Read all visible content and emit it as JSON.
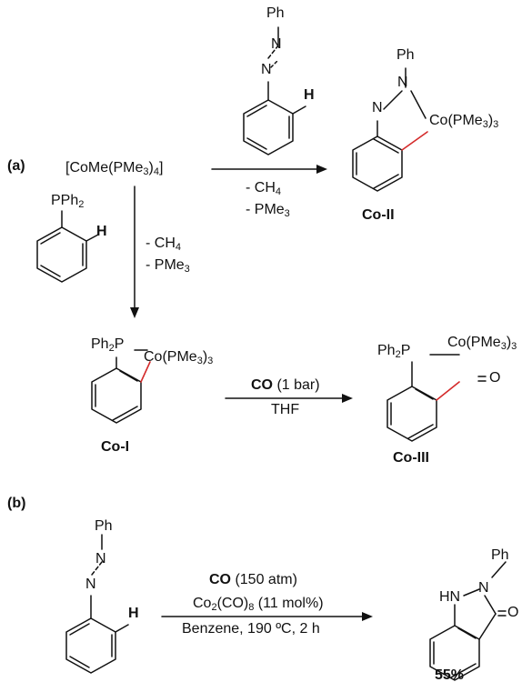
{
  "panel_a_label": "(a)",
  "panel_b_label": "(b)",
  "azo": {
    "ph": "Ph",
    "n": "N",
    "h": "H"
  },
  "co_start_complex": {
    "text": "[CoMe(PMe",
    "sub": "3",
    "tail": ")",
    "sub2": "4",
    "tail2": "]"
  },
  "phosphine": {
    "pph": "PPh",
    "sub": "2",
    "h": "H"
  },
  "arrow_right_a": {
    "line1": "- CH",
    "line1_sub": "4",
    "line2": "- PMe",
    "line2_sub": "3"
  },
  "arrow_down_a": {
    "line1": "- CH",
    "line1_sub": "4",
    "line2": "- PMe",
    "line2_sub": "3"
  },
  "co2": {
    "ph": "Ph",
    "n": "N",
    "co": "Co(PMe",
    "co_sub": "3",
    "co_tail": ")",
    "co_sub2": "3",
    "label": "Co-II"
  },
  "co1": {
    "ph2p": "Ph",
    "ph2p_sub": "2",
    "ph2p_tail": "P",
    "co": "Co(PMe",
    "co_sub": "3",
    "co_tail": ")",
    "co_sub2": "3",
    "label": "Co-I"
  },
  "arrow_co": {
    "top_bold": "CO",
    "top": " (1 bar)",
    "bottom": "THF"
  },
  "co3": {
    "ph2p": "Ph",
    "ph2p_sub": "2",
    "ph2p_tail": "P",
    "co": "Co(PMe",
    "co_sub": "3",
    "co_tail": ")",
    "co_sub2": "3",
    "o": "O",
    "label": "Co-III"
  },
  "arrow_b": {
    "line1_bold": "CO",
    "line1": " (150 atm)",
    "line2_a": "Co",
    "line2_sub1": "2",
    "line2_b": "(CO)",
    "line2_sub2": "8",
    "line2_c": " (11 mol%)",
    "line3": "Benzene, 190 ºC, 2 h"
  },
  "product_b": {
    "ph": "Ph",
    "hn": "HN",
    "n": "N",
    "o": "O",
    "yield": "55%"
  },
  "colors": {
    "bond": "#111111",
    "new_bond": "#d42a2a"
  }
}
